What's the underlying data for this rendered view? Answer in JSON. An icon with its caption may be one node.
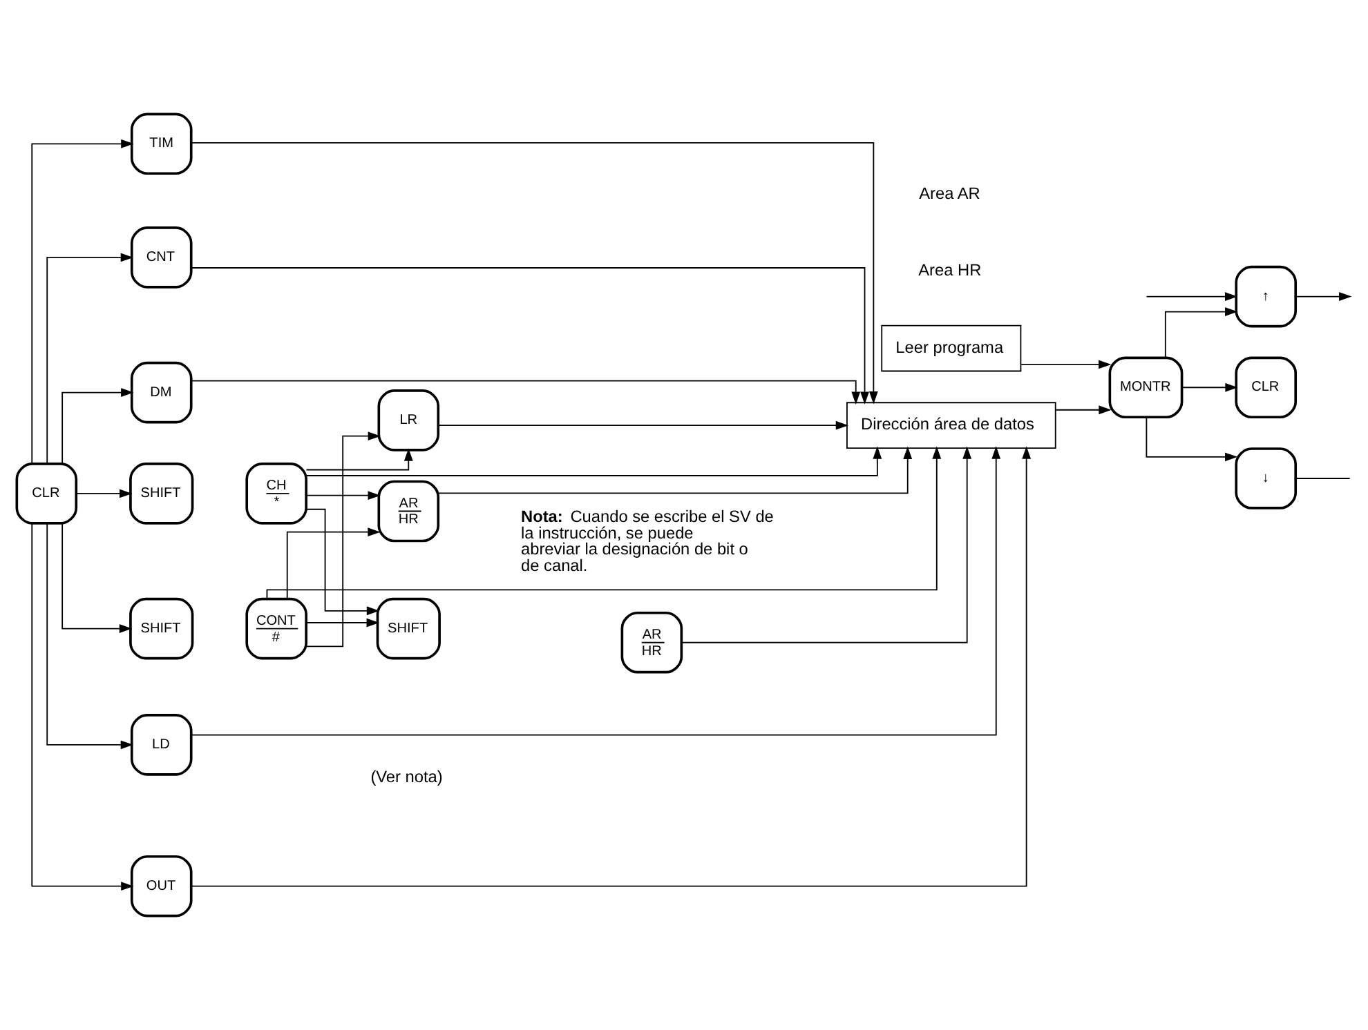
{
  "diagram": {
    "nodes": [
      {
        "text": [
          "Leer programa"
        ]
      },
      {
        "text": [
          "CLR"
        ]
      },
      {
        "text": [
          "SHIFT"
        ]
      },
      {
        "text": [
          "CONT",
          "#"
        ]
      },
      {
        "text": [
          "SHIFT"
        ]
      },
      {
        "text": [
          "CH",
          "*"
        ]
      },
      {
        "text": [
          "LR"
        ]
      },
      {
        "text": [
          "AR",
          "HR"
        ]
      },
      {
        "text": [
          "SHIFT"
        ]
      },
      {
        "text": [
          "AR",
          "HR"
        ]
      },
      {
        "text": [
          "LD"
        ]
      },
      {
        "text": [
          "OUT"
        ]
      },
      {
        "text": [
          "TIM"
        ]
      },
      {
        "text": [
          "CNT"
        ]
      },
      {
        "text": [
          "DM"
        ]
      },
      {
        "text": [
          "Dirección área de datos"
        ]
      },
      {
        "text": [
          "MONTR"
        ]
      },
      {
        "text": [
          "↑"
        ]
      },
      {
        "text": [
          "↓"
        ]
      },
      {
        "text": [
          "CLR"
        ]
      }
    ],
    "edges": [
      {
        "from": 1,
        "to": 2,
        "arrow": "to"
      },
      {
        "from": 1,
        "to": 4,
        "arrow": "to"
      },
      {
        "from": 1,
        "to": 10,
        "arrow": "to"
      },
      {
        "from": 1,
        "to": 11,
        "arrow": "to"
      },
      {
        "from": 1,
        "to": 12,
        "arrow": "to"
      },
      {
        "from": 1,
        "to": 13,
        "arrow": "to"
      },
      {
        "from": 1,
        "to": 14,
        "arrow": "to"
      },
      {
        "from": 3,
        "to": 15,
        "arrow": "to"
      },
      {
        "from": 5,
        "to": 15,
        "arrow": "to"
      },
      {
        "from": 3,
        "to": 6,
        "arrow": "to"
      },
      {
        "from": 3,
        "to": 7,
        "arrow": "to"
      },
      {
        "from": 3,
        "to": 8,
        "arrow": "to"
      },
      {
        "from": 5,
        "to": 6,
        "arrow": "to"
      },
      {
        "from": 5,
        "to": 7,
        "arrow": "to"
      },
      {
        "from": 5,
        "to": 8,
        "arrow": "to"
      },
      {
        "from": 6,
        "to": 15,
        "arrow": "to"
      },
      {
        "from": 7,
        "to": 15,
        "arrow": "to"
      },
      {
        "from": 9,
        "to": 15,
        "arrow": "to"
      },
      {
        "from": 10,
        "to": 15,
        "arrow": "to"
      },
      {
        "from": 11,
        "to": 15,
        "arrow": "to"
      },
      {
        "from": 12,
        "to": 15,
        "arrow": "to"
      },
      {
        "from": 13,
        "to": 15,
        "arrow": "to"
      },
      {
        "from": 14,
        "to": 15,
        "arrow": "to"
      },
      {
        "from": 15,
        "to": 16,
        "arrow": "to"
      },
      {
        "from": 0,
        "to": 16,
        "arrow": "to"
      },
      {
        "from": 16,
        "to": 17,
        "arrow": "to"
      },
      {
        "from": 16,
        "to": 18,
        "arrow": "to"
      },
      {
        "from": 16,
        "to": 19,
        "arrow": "to"
      },
      {
        "from": null,
        "to": 17,
        "arrow": "to"
      },
      {
        "from": 17,
        "to": null,
        "arrow": "to"
      },
      {
        "from": 18,
        "to": null,
        "arrow": "none"
      }
    ],
    "labels": [
      "(Ver nota)",
      "Area HR",
      "Area AR",
      "**Nota:** Cuando se escribe el SV de la instrucción, se puede abreviar la designación de bit o de canal."
    ]
  }
}
